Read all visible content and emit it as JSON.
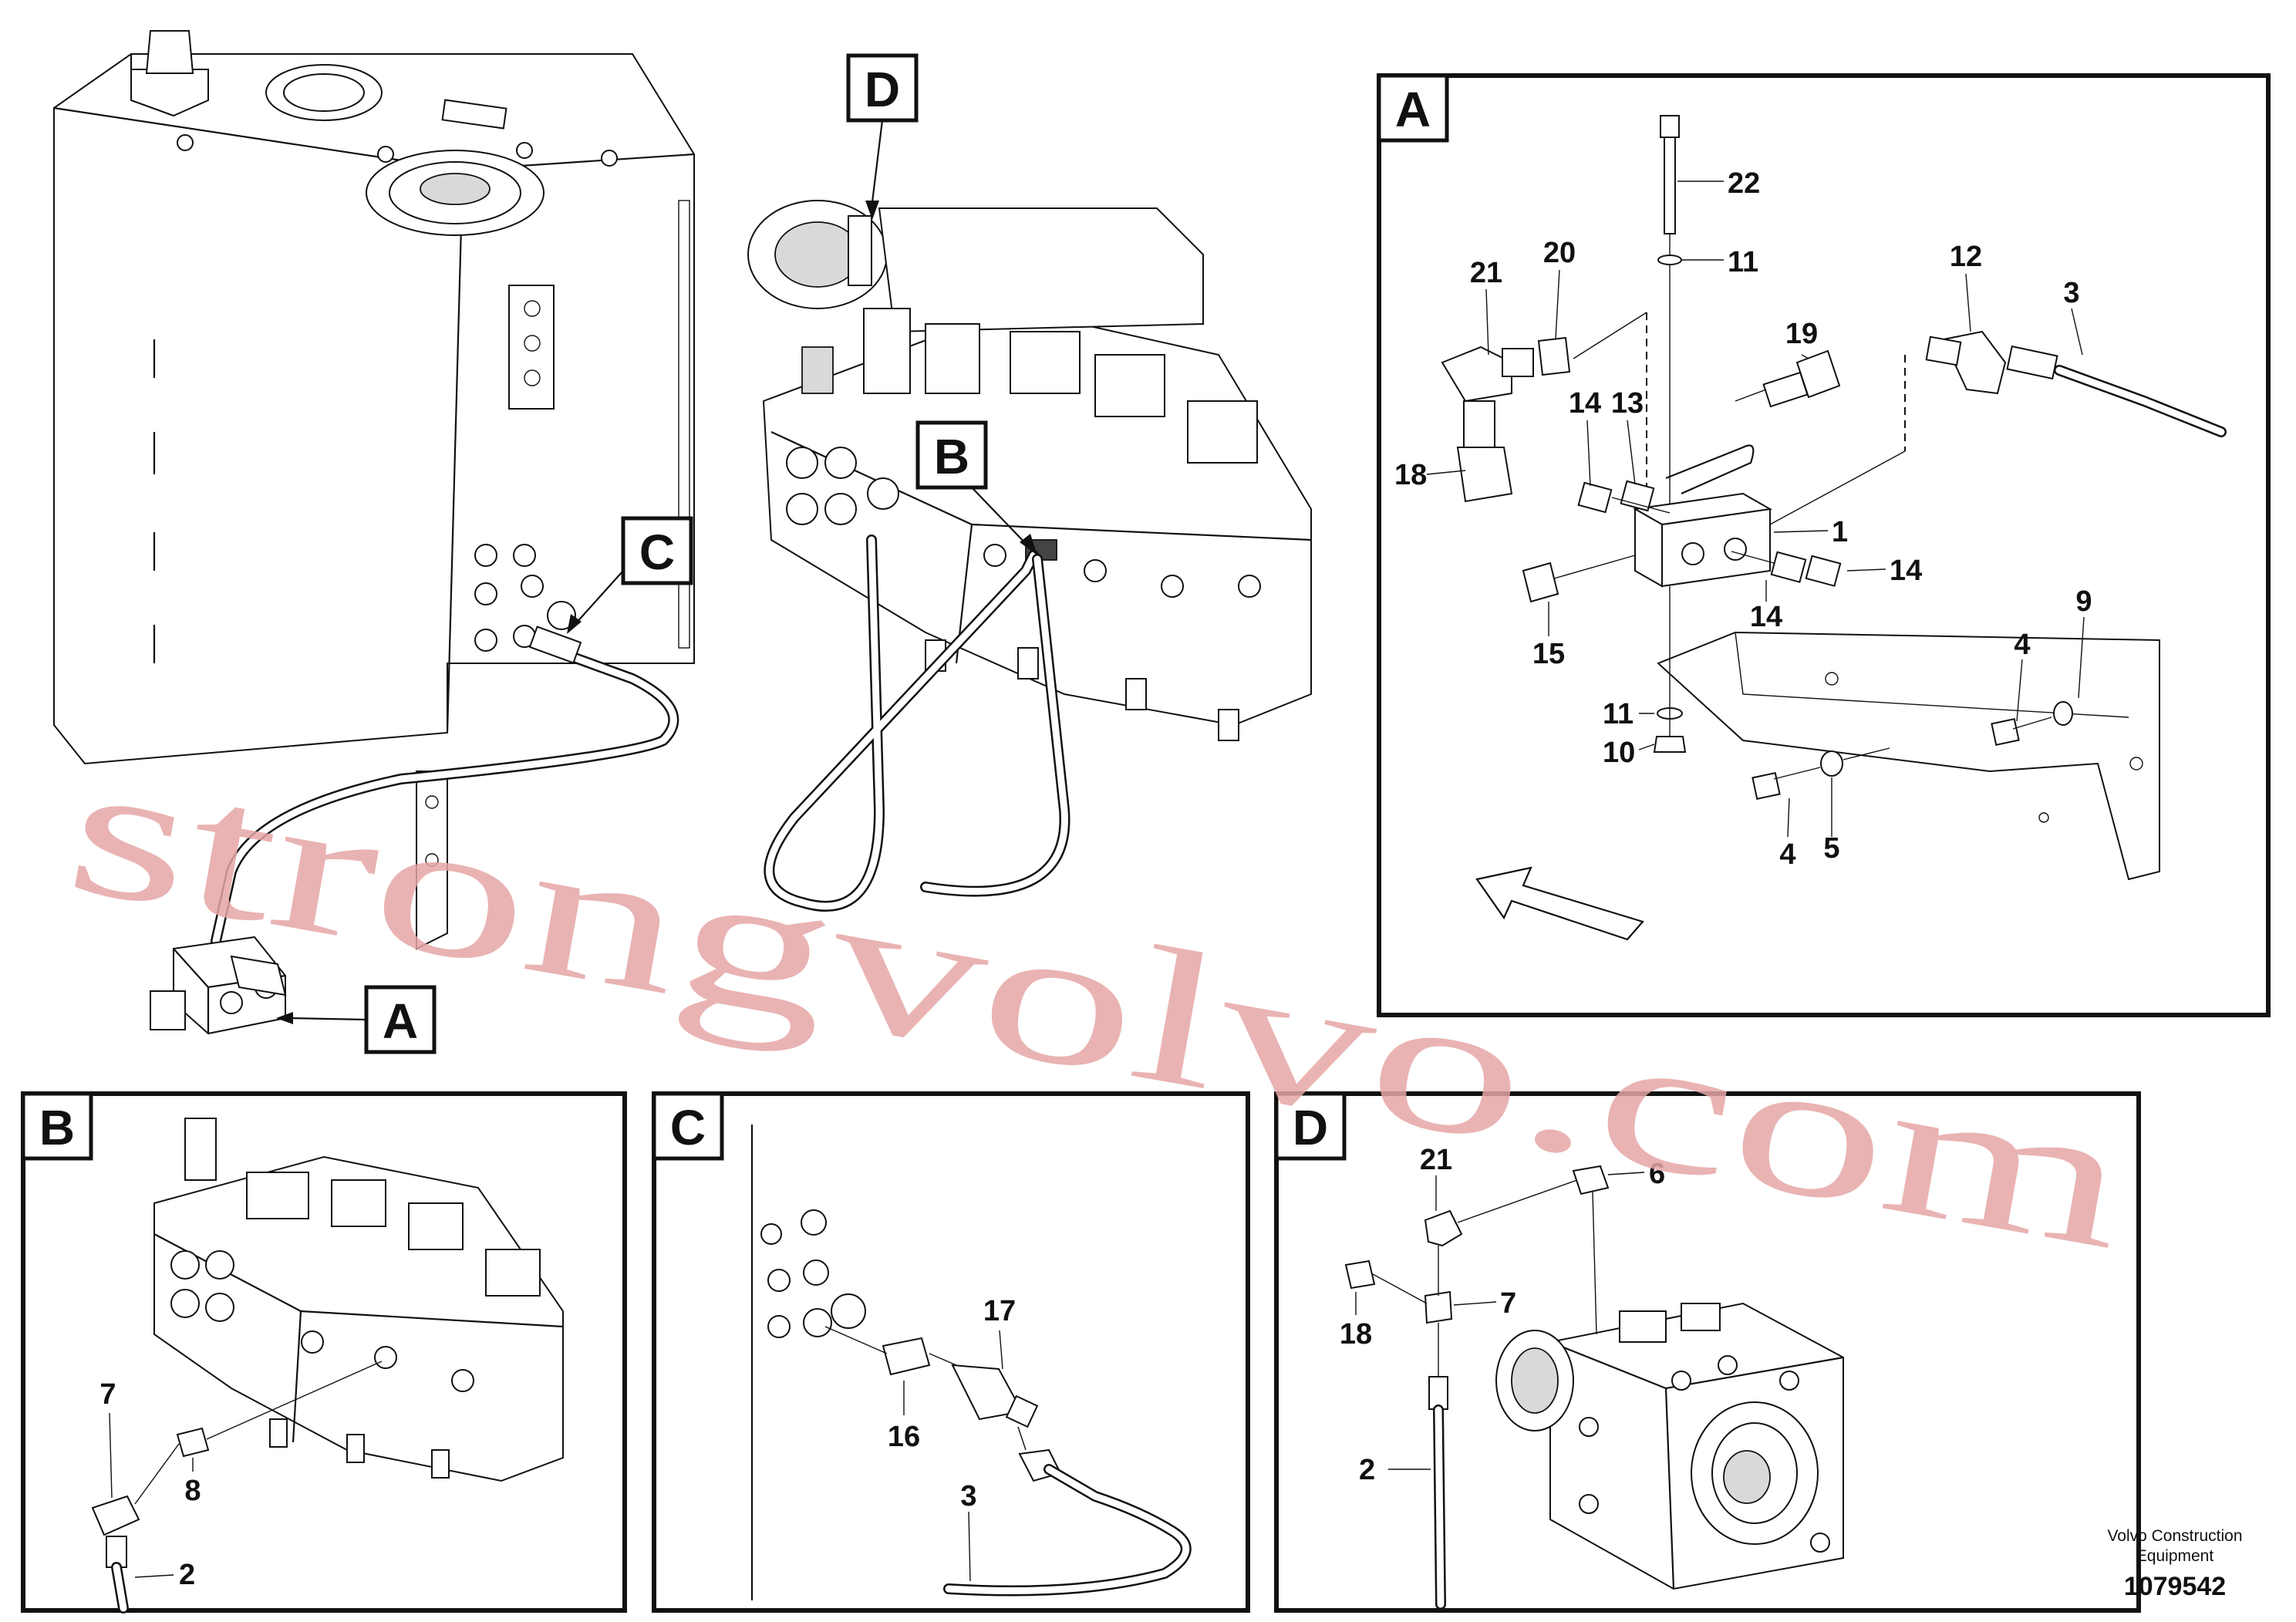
{
  "detail_tags": {
    "A": "A",
    "B": "B",
    "C": "C",
    "D": "D"
  },
  "callouts": {
    "A": [
      "22",
      "11",
      "20",
      "21",
      "12",
      "3",
      "19",
      "14",
      "13",
      "18",
      "1",
      "14",
      "14",
      "15",
      "11",
      "10",
      "4",
      "9",
      "4",
      "5"
    ],
    "B": [
      "7",
      "8",
      "2"
    ],
    "C": [
      "17",
      "16",
      "3"
    ],
    "D": [
      "21",
      "6",
      "7",
      "18",
      "2"
    ]
  },
  "watermark": "strongvolvo.com",
  "footer": {
    "publisher_line1": "Volvo Construction",
    "publisher_line2": "Equipment",
    "drawing_number": "1079542"
  }
}
